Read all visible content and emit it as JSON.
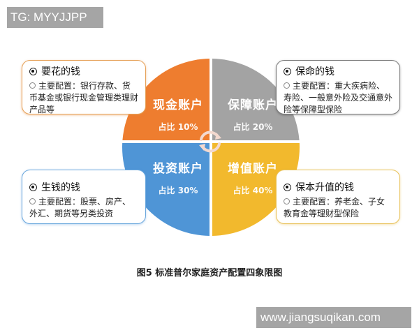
{
  "watermarks": {
    "top_left": "TG: MYYJJPP",
    "bottom_right": "www.jiangsuqikan.com"
  },
  "diagram": {
    "caption": "图5  标准普尔家庭资产配置四象限图",
    "center_icon": "cycle-arrows-icon",
    "quadrants": [
      {
        "position": "top-left",
        "title": "现金账户",
        "share": "占比 10%",
        "color": "#ee7d2f"
      },
      {
        "position": "top-right",
        "title": "保障账户",
        "share": "占比 20%",
        "color": "#a3a3a3"
      },
      {
        "position": "bottom-left",
        "title": "投资账户",
        "share": "占比 30%",
        "color": "#4f95d6"
      },
      {
        "position": "bottom-right",
        "title": "增值账户",
        "share": "占比 40%",
        "color": "#f2b92d"
      }
    ],
    "cards": [
      {
        "position": "top-left",
        "title": "要花的钱",
        "detail": "主要配置：银行存款、货币基金或银行现金管理类理财产品等"
      },
      {
        "position": "top-right",
        "title": "保命的钱",
        "detail": "主要配置：重大疾病险、寿险、一般意外险及交通意外险等保障型保险"
      },
      {
        "position": "bottom-left",
        "title": "生钱的钱",
        "detail": "主要配置：股票、房产、外汇、期货等另类投资"
      },
      {
        "position": "bottom-right",
        "title": "保本升值的钱",
        "detail": "主要配置：养老金、子女教育金等理财型保险"
      }
    ]
  }
}
